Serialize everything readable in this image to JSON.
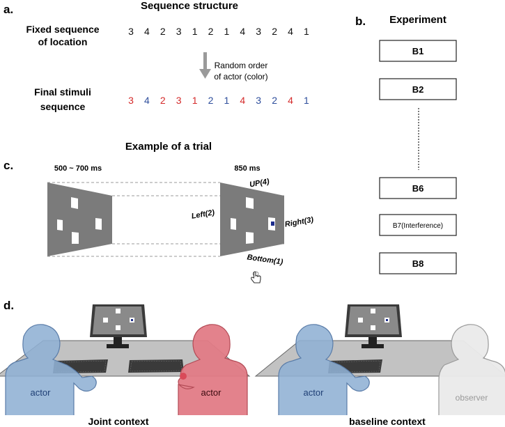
{
  "panel_a": {
    "label": "a.",
    "title": "Sequence structure",
    "fixed_label": [
      "Fixed sequence",
      "of location"
    ],
    "fixed_sequence": [
      "3",
      "4",
      "2",
      "3",
      "1",
      "2",
      "1",
      "4",
      "3",
      "2",
      "4",
      "1"
    ],
    "arrow_note": [
      "Random order",
      "of actor (color)"
    ],
    "final_label": [
      "Final stimuli",
      "sequence"
    ],
    "final_sequence": [
      {
        "n": "3",
        "c": "red"
      },
      {
        "n": "4",
        "c": "blue"
      },
      {
        "n": "2",
        "c": "red"
      },
      {
        "n": "3",
        "c": "red"
      },
      {
        "n": "1",
        "c": "red"
      },
      {
        "n": "2",
        "c": "blue"
      },
      {
        "n": "1",
        "c": "blue"
      },
      {
        "n": "4",
        "c": "red"
      },
      {
        "n": "3",
        "c": "blue"
      },
      {
        "n": "2",
        "c": "blue"
      },
      {
        "n": "4",
        "c": "red"
      },
      {
        "n": "1",
        "c": "blue"
      }
    ]
  },
  "panel_b": {
    "label": "b.",
    "title": "Experiment",
    "blocks_top": [
      "B1",
      "B2"
    ],
    "blocks_bottom": [
      "B6",
      "B7(Interference)",
      "B8"
    ]
  },
  "panel_c": {
    "label": "c.",
    "title": "Example of a trial",
    "fix_duration": "500 ~ 700 ms",
    "stim_duration": "850 ms",
    "locations": {
      "up": "UP(4)",
      "left": "Left(2)",
      "right": "Right(3)",
      "bottom": "Bottom(1)"
    }
  },
  "panel_d": {
    "label": "d.",
    "left_caption": "Joint context",
    "right_caption": "baseline context",
    "left_person": "actor",
    "right_person_joint": "actor",
    "left_person_baseline": "actor",
    "observer": "observer"
  },
  "colors": {
    "red": "#d42a2a",
    "blue": "#2e4e9c",
    "screen": "#7b7b7b",
    "actor_blue": "#8fb0d4",
    "actor_red": "#e27b86",
    "observer": "#e6e6e6",
    "table": "#b5b5b5"
  },
  "icons": [
    "down-arrow-icon",
    "pointing-hand-icon",
    "keyboard-icon",
    "monitor-icon"
  ]
}
